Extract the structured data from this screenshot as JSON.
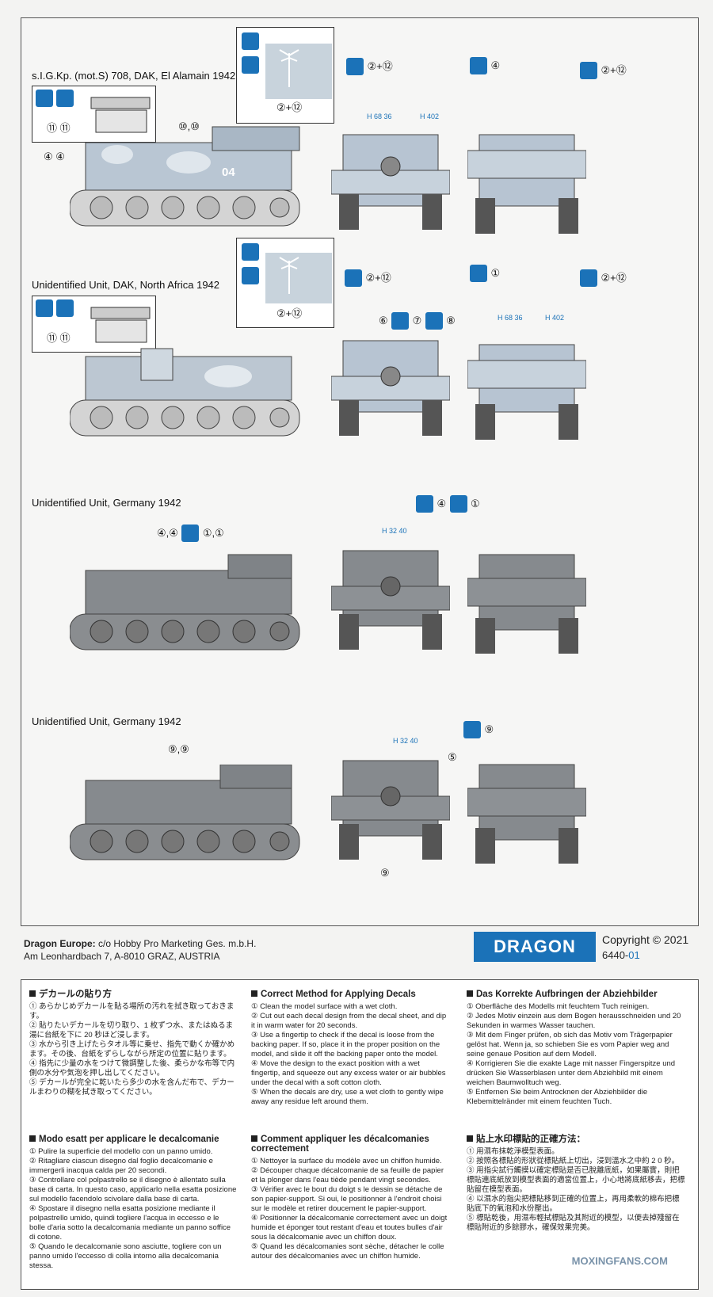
{
  "sections": [
    {
      "title": "s.I.G.Kp. (mot.S) 708, DAK, El Alamain 1942"
    },
    {
      "title": "Unidentified Unit, DAK, North Africa 1942"
    },
    {
      "title": "Unidentified Unit, Germany 1942"
    },
    {
      "title": "Unidentified Unit, Germany 1942"
    }
  ],
  "callouts": {
    "c1a": "②+⑫",
    "c1b": "④",
    "c1c": "②+⑫",
    "c1d": "⑩,⑩",
    "c1e": "④ ④",
    "c1f": "⑪ ⑪",
    "c1g": "②+⑫",
    "c2a": "②+⑫",
    "c2b": "①",
    "c2c": "②+⑫",
    "c2d": "⑥",
    "c2e": "⑦",
    "c2f": "⑧",
    "c2g": "⑪ ⑪",
    "c2h": "②+⑫",
    "c3a": "④",
    "c3b": "①",
    "c3c": "④,④",
    "c3d": "①,①",
    "c4a": "⑨",
    "c4b": "⑨,⑨",
    "c4c": "⑤",
    "c4d": "⑨"
  },
  "vehicle_number": "04",
  "plates": {
    "p1": "H 68 36",
    "p2": "H 402",
    "p3": "H 68 36",
    "p4": "H 402",
    "p5": "H 32 40",
    "p6": "H 32 40"
  },
  "company": {
    "line1_bold": "Dragon Europe:",
    "line1": " c/o Hobby Pro Marketing Ges. m.b.H.",
    "line2": "Am Leonhardbach 7, A-8010 GRAZ, AUSTRIA"
  },
  "logo_text": "DRAGON",
  "copyright": "Copyright © 2021",
  "code_main": "6440-",
  "code_accent": "01",
  "instructions": {
    "ja": {
      "title": "デカールの貼り方",
      "steps": [
        "① あらかじめデカールを貼る場所の汚れを拭き取っておきます。",
        "② 貼りたいデカールを切り取り、1 枚ずつ水、またはぬるま湯に台紙を下に 20 秒ほど浸します。",
        "③ 水から引き上げたらタオル等に乗せ、指先で動くか確かめます。その後、台紙をずらしながら所定の位置に貼ります。",
        "④ 指先に少量の水をつけて微調整した後、柔らかな布等で内側の水分や気泡を押し出してください。",
        "⑤ デカールが完全に乾いたら多少の水を含んだ布で、デカールまわりの糊を拭き取ってください。"
      ]
    },
    "en": {
      "title": "Correct Method for Applying Decals",
      "steps": [
        "① Clean the model surface with a wet cloth.",
        "② Cut out each decal design from the decal sheet, and dip it in warm water for 20 seconds.",
        "③ Use a fingertip to check if the decal is loose from the backing paper. If so, place it in the proper position on the model, and slide it off the backing paper onto the model.",
        "④ Move the design to the exact position with a wet fingertip, and squeeze out any excess water or air bubbles under the decal with a soft cotton cloth.",
        "⑤ When the decals are dry, use a wet cloth to gently wipe away any residue left around them."
      ]
    },
    "de": {
      "title": "Das Korrekte Aufbringen der Abziehbilder",
      "steps": [
        "① Oberfläche des Modells mit feuchtem Tuch reinigen.",
        "② Jedes Motiv einzein aus dem Bogen herausschneiden und 20 Sekunden in warmes Wasser tauchen.",
        "③ Mit dem Finger prüfen, ob sich das Motiv vom Trägerpapier gelöst hat. Wenn ja, so schieben Sie es vom Papier weg and seine genaue Position auf dem Modell.",
        "④ Korrigieren Sie die exakte Lage mit nasser Fingerspitze und drücken Sie Wasserblasen unter dem Abziehbild mit einem weichen Baumwolltuch weg.",
        "⑤ Entfernen Sie beim Antrocknen der Abziehbilder die Klebemittelränder mit einem feuchten Tuch."
      ]
    },
    "it": {
      "title": "Modo esatt per applicare le decalcomanie",
      "steps": [
        "① Pulire la superficie del modello con un panno umido.",
        "② Ritagliare ciascun disegno dal foglio decalcomanie e immergerli inacqua calda per 20 secondi.",
        "③ Controllare col polpastrello se il disegno è allentato sulla base di carta. In questo caso, applicarlo nella esatta posizione sul modello facendolo scivolare dalla base di carta.",
        "④ Spostare il disegno nella esatta posizione mediante il polpastrello umido, quindi togliere l'acqua in eccesso e le bolle d'aria sotto la decalcomania mediante un panno soffice di cotone.",
        "⑤ Quando le decalcomanie sono asciutte, togliere con un panno umido l'eccesso di colla intorno alla decalcomania stessa."
      ]
    },
    "fr": {
      "title": "Comment appliquer les décalcomanies correctement",
      "steps": [
        "① Nettoyer la surface du modèle avec un chiffon humide.",
        "② Découper chaque décalcomanie de sa feuille de papier et la plonger dans l'eau tiède pendant vingt secondes.",
        "③ Vérifier avec le bout du doigt s le dessin se détache de son papier-support. Si oui, le positionner à l'endroit choisi sur le modèle et retirer doucement le papier-support.",
        "④ Positionner la décalcomanie correctement avec un doigt humide et éponger tout restant d'eau et toutes bulles d'air sous la décalcomanie avec un chiffon doux.",
        "⑤ Quand les décalcomanies sont sèche, détacher le colle autour des décalcomanies avec un chiffon humide."
      ]
    },
    "zh": {
      "title": "貼上水印標貼的正確方法：",
      "steps": [
        "① 用濕布抹乾淨模型表面。",
        "② 按照各標貼的形狀從標貼紙上切出，浸到溫水之中約 2 0 秒。",
        "③ 用指尖試行觸摸以確定標貼是否已脫離底紙，如果屬實，則把標貼連底紙放到模型表面的適當位置上，小心地將底紙移去，把標貼留在模型表面。",
        "④ 以濕水的指尖把標貼移到正確的位置上，再用柔軟的棉布把標貼底下的氣泡和水份壓出。",
        "⑤ 標貼乾後，用濕布輕拭標貼及其附近的模型，以便去掉殘留在標貼附近的多餘膠水，確保效果完美。"
      ]
    }
  },
  "watermark": "MOXINGFANS.COM"
}
